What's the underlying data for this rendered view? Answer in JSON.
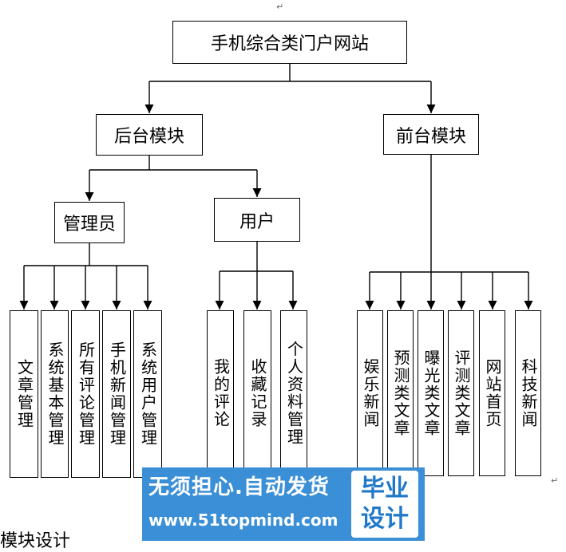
{
  "root": {
    "label": "手机综合类门户网站"
  },
  "backend": {
    "label": "后台模块"
  },
  "frontend": {
    "label": "前台模块"
  },
  "admin": {
    "label": "管理员"
  },
  "user": {
    "label": "用户"
  },
  "admin_items": [
    "文章管理",
    "系统基本管理",
    "所有评论管理",
    "手机新闻管理",
    "系统用户管理"
  ],
  "user_items": [
    "我的评论",
    "收藏记录",
    "个人资料管理"
  ],
  "front_items": [
    "娱乐新闻",
    "预测类文章",
    "曝光类文章",
    "评测类文章",
    "网站首页",
    "科技新闻"
  ],
  "paragraph_marks": {
    "top": "↵",
    "right": "↵"
  },
  "watermark": {
    "line1": "无须担心.自动发货",
    "line2": "www.51topmind.com",
    "badge1": "毕业",
    "badge2": "设计",
    "color": "#3a8fd6"
  },
  "bottom_text": "模块设计"
}
